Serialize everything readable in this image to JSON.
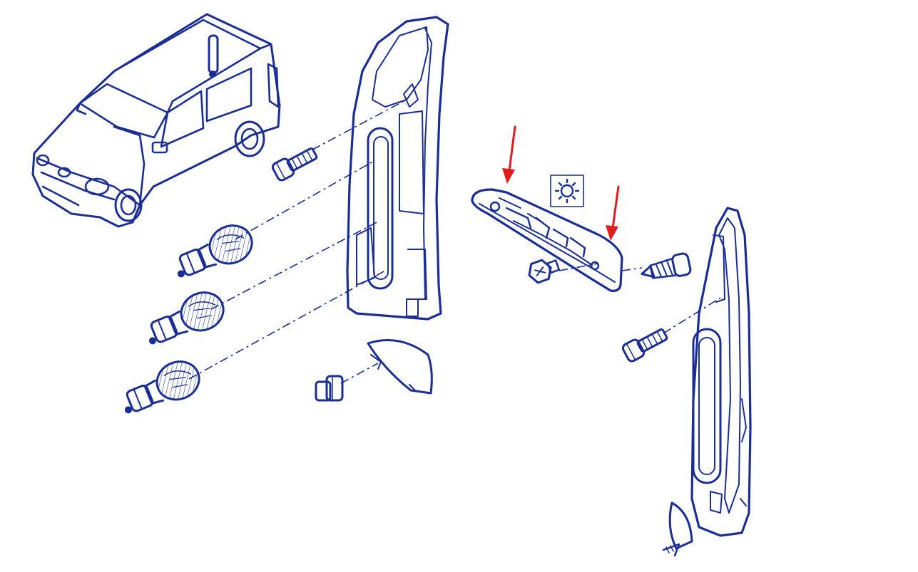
{
  "diagram": {
    "ink_color": "#1a2e96",
    "accent_color": "#e01d1d",
    "pictogram_bg": "#e9ecf8",
    "parts": [
      {
        "id": "vehicle",
        "icon": "van-icon"
      },
      {
        "id": "left-rear-lamp",
        "icon": "tail-lamp-icon"
      },
      {
        "id": "left-bolt",
        "icon": "bolt-icon"
      },
      {
        "id": "bulb-1",
        "icon": "bulb-icon"
      },
      {
        "id": "bulb-2",
        "icon": "bulb-icon"
      },
      {
        "id": "bulb-3",
        "icon": "bulb-icon"
      },
      {
        "id": "left-reflector",
        "icon": "reflector-icon"
      },
      {
        "id": "left-nut",
        "icon": "nut-icon"
      },
      {
        "id": "third-brake-light",
        "icon": "brake-light-icon"
      },
      {
        "id": "brake-light-screw-left",
        "icon": "screw-icon"
      },
      {
        "id": "brake-light-screw-right",
        "icon": "screw-icon"
      },
      {
        "id": "right-rear-lamp",
        "icon": "tail-lamp-icon"
      },
      {
        "id": "right-bolt",
        "icon": "bolt-icon"
      },
      {
        "id": "right-reflector",
        "icon": "reflector-icon"
      }
    ],
    "pictogram": {
      "icon": "lamp-light-icon"
    },
    "markers": [
      {
        "id": "arrow-left",
        "icon": "arrow-down-icon"
      },
      {
        "id": "arrow-right",
        "icon": "arrow-down-icon"
      }
    ]
  }
}
